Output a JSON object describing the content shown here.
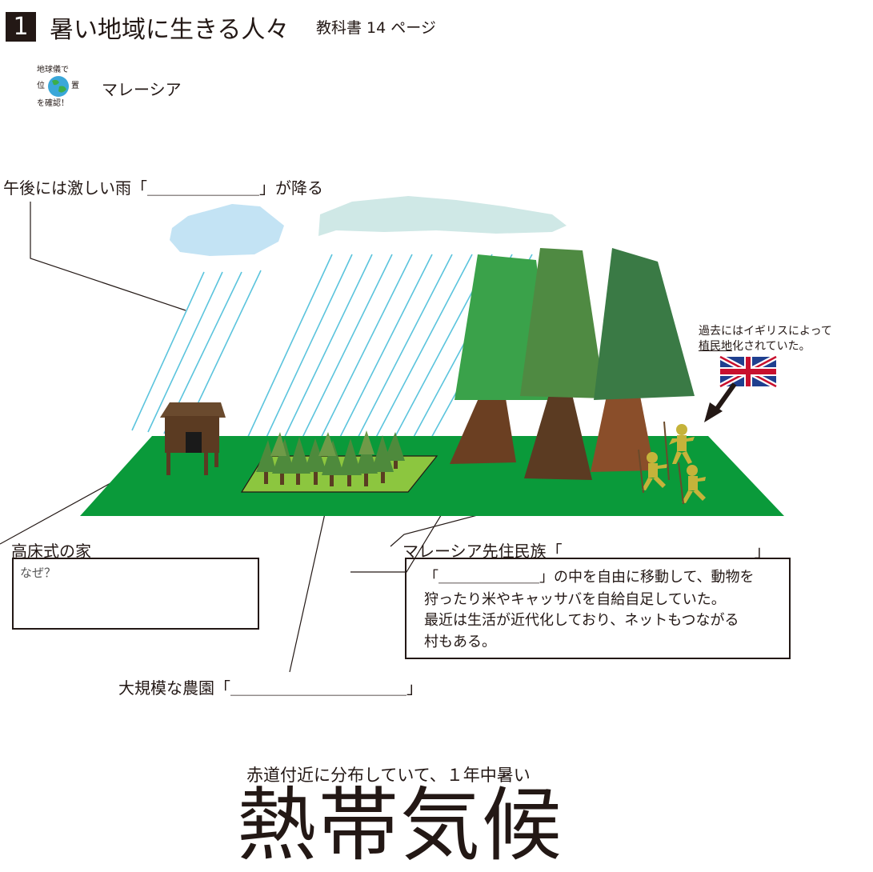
{
  "header": {
    "number": "1",
    "title": "暑い地域に生きる人々",
    "textbook_ref": "教科書 14 ページ"
  },
  "globe_tip": {
    "line1": "地球儀で",
    "line2a": "位",
    "line2b": "置",
    "line3": "を確認！"
  },
  "country": "マレーシア",
  "labels": {
    "rain": "午後には激しい雨「＿＿＿＿＿＿＿」が降る",
    "house": "高床式の家",
    "people": "マレーシア先住民族「＿＿＿＿＿＿＿＿＿＿＿＿」",
    "farm": "大規模な農園「＿＿＿＿＿＿＿＿＿＿＿」"
  },
  "colony_note": {
    "line1": "過去にはイギリスによって",
    "line2_underlined": "植民地",
    "line2_rest": "化されていた。"
  },
  "why_box": {
    "prompt": "なぜ？"
  },
  "info_box": {
    "line1": "「＿＿＿＿＿＿＿」の中を自由に移動して、動物を",
    "line2": "狩ったり米やキャッサバを自給自足していた。",
    "line3": "最近は生活が近代化しており、ネットもつながる",
    "line4": "村もある。"
  },
  "footer": {
    "subtitle": "赤道付近に分布していて、１年中暑い",
    "big_title": "熱帯気候"
  },
  "colors": {
    "ground": "#0a9a3a",
    "plantation": "#8cc63f",
    "rain": "#5bc4dd",
    "cloud_left": "#c3e3f4",
    "cloud_right": "#cfe8e6",
    "ink": "#231815"
  }
}
